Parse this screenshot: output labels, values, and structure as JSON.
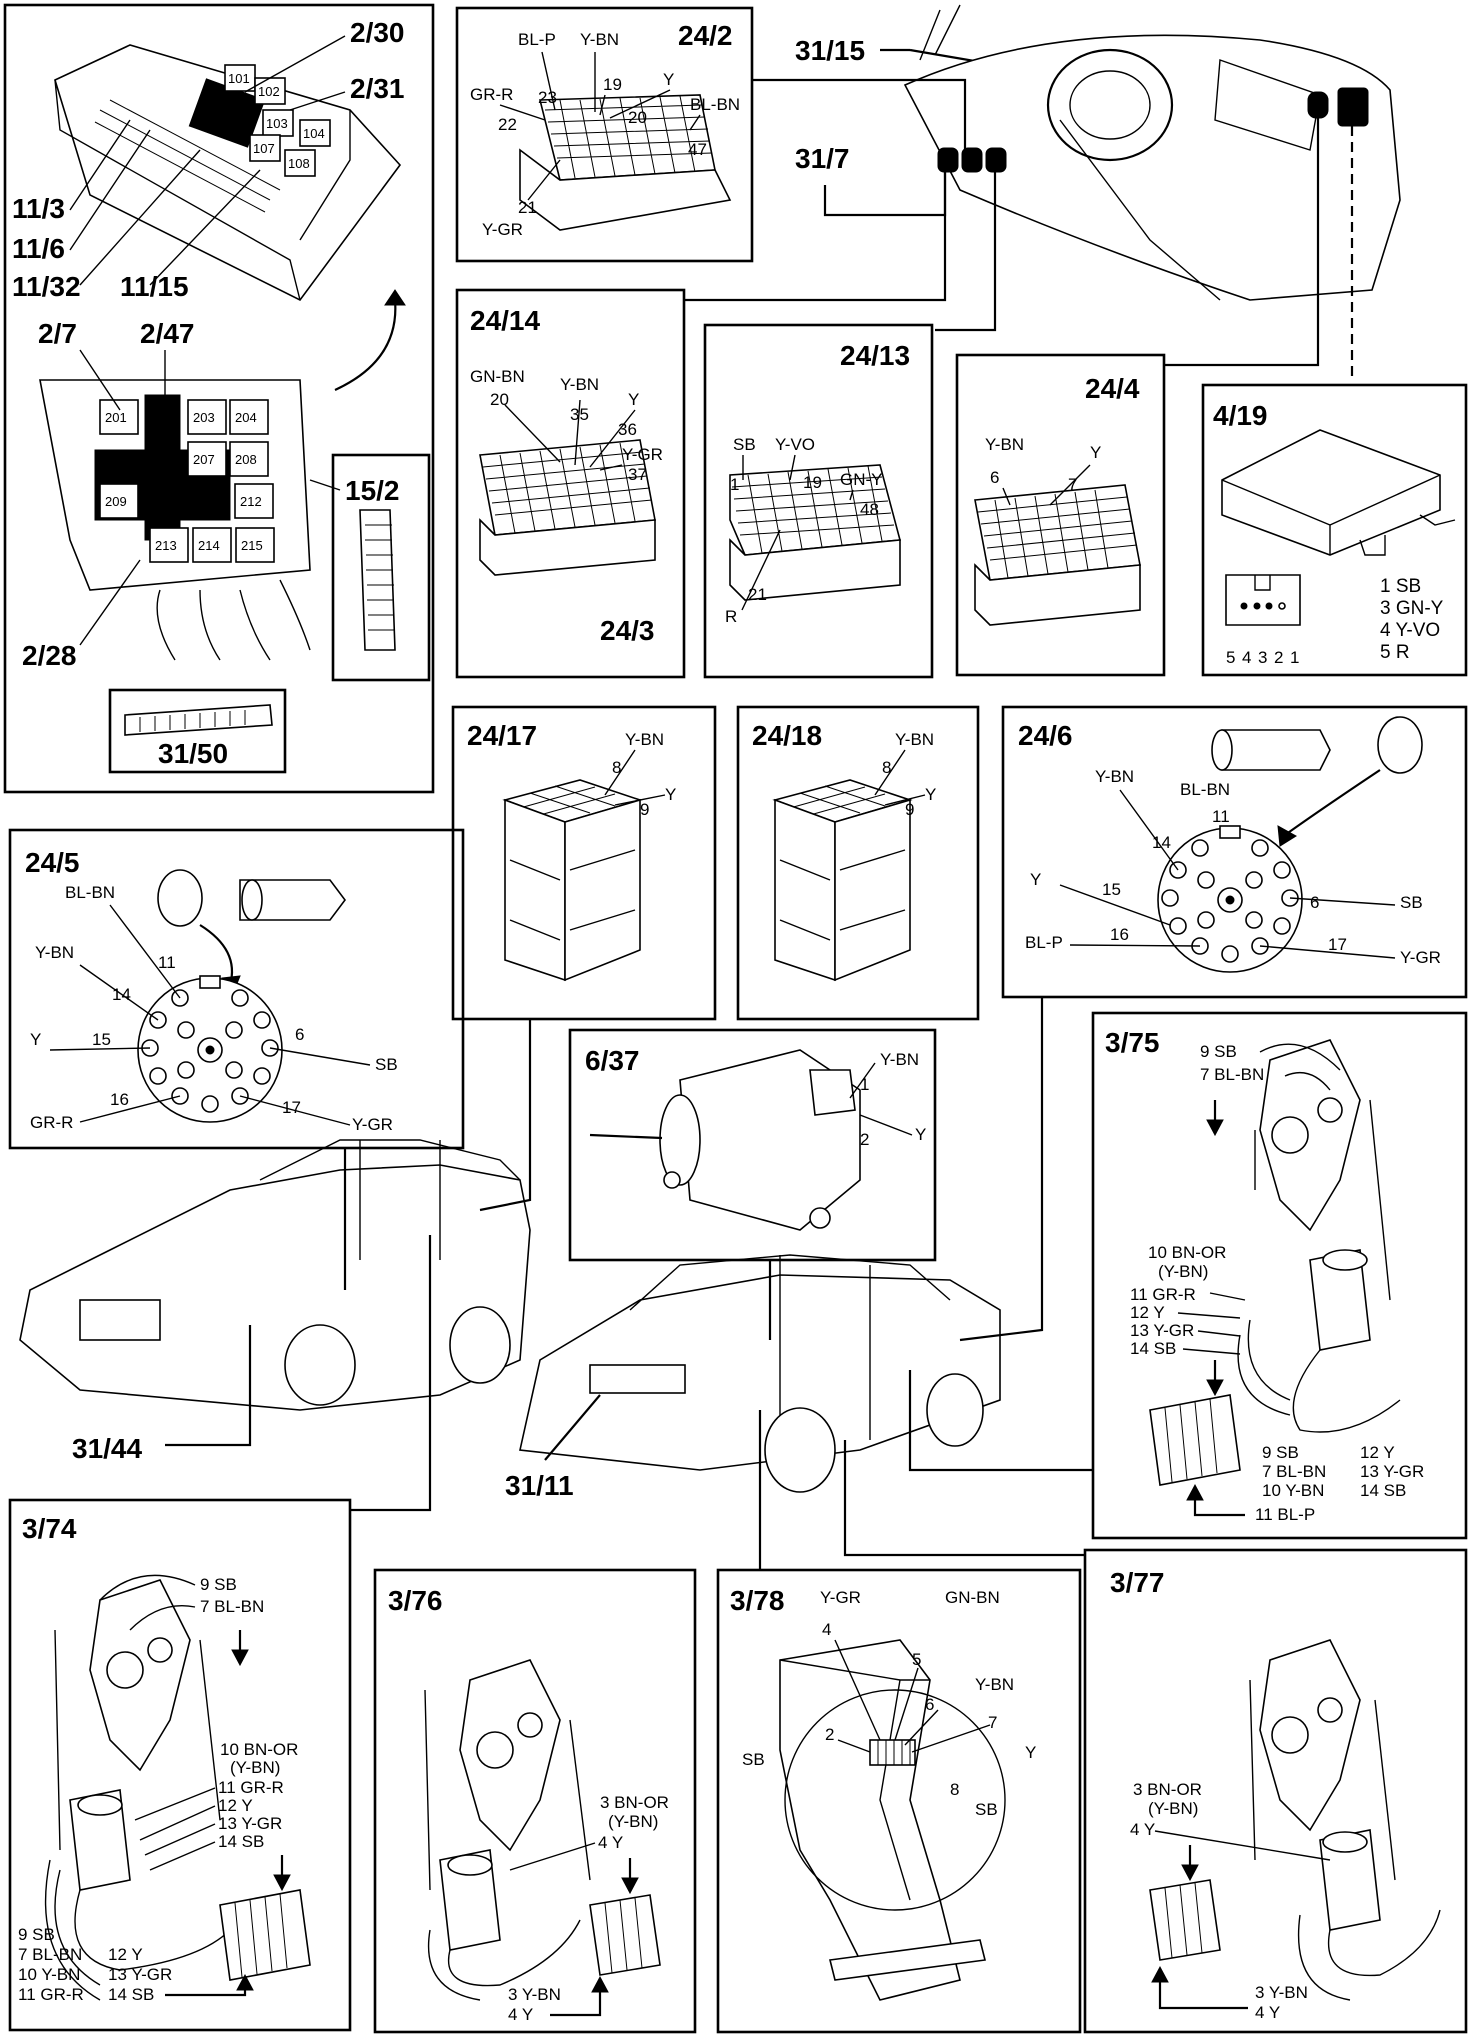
{
  "component_ids": {
    "c2_30": "2/30",
    "c2_31": "2/31",
    "c11_3": "11/3",
    "c11_6": "11/6",
    "c11_32": "11/32",
    "c11_15": "11/15",
    "c2_7": "2/7",
    "c2_47": "2/47",
    "c15_2": "15/2",
    "c2_28": "2/28",
    "c31_50": "31/50",
    "c24_2": "24/2",
    "c31_15": "31/15",
    "c31_7": "31/7",
    "c24_14": "24/14",
    "c24_3": "24/3",
    "c24_13": "24/13",
    "c24_4": "24/4",
    "c4_19": "4/19",
    "c24_5": "24/5",
    "c24_17": "24/17",
    "c24_18": "24/18",
    "c24_6": "24/6",
    "c6_37": "6/37",
    "c3_75": "3/75",
    "c31_44": "31/44",
    "c31_11": "31/11",
    "c3_74": "3/74",
    "c3_76": "3/76",
    "c3_78": "3/78",
    "c3_77": "3/77"
  },
  "fuse_box": {
    "relays_top": [
      "101",
      "102",
      "103",
      "104",
      "107",
      "108"
    ],
    "relays_bottom": [
      "201",
      "203",
      "204",
      "207",
      "208",
      "209",
      "212",
      "213",
      "214",
      "215"
    ]
  },
  "connector_24_2": {
    "labels": [
      "BL-P",
      "Y-BN",
      "GR-R",
      "23",
      "19",
      "Y",
      "22",
      "20",
      "BL-BN",
      "47",
      "21",
      "Y-GR"
    ]
  },
  "connector_24_14": {
    "labels": [
      "GN-BN",
      "20",
      "Y-BN",
      "35",
      "Y",
      "36",
      "Y-GR",
      "37"
    ]
  },
  "connector_24_13": {
    "labels": [
      "SB",
      "Y-VO",
      "1",
      "19",
      "GN-Y",
      "48",
      "21",
      "R"
    ]
  },
  "connector_24_4": {
    "labels": [
      "Y-BN",
      "6",
      "Y",
      "7"
    ]
  },
  "module_4_19": {
    "pins": [
      "5",
      "4",
      "3",
      "2",
      "1"
    ],
    "legend": [
      "1 SB",
      "3 GN-Y",
      "4 Y-VO",
      "5 R"
    ]
  },
  "connector_24_5": {
    "labels": [
      "BL-BN",
      "11",
      "Y-BN",
      "14",
      "Y",
      "15",
      "6",
      "SB",
      "16",
      "GR-R",
      "17",
      "Y-GR"
    ]
  },
  "connector_24_17": {
    "labels": [
      "Y-BN",
      "8",
      "Y",
      "9"
    ]
  },
  "connector_24_18": {
    "labels": [
      "Y-BN",
      "8",
      "Y",
      "9"
    ]
  },
  "connector_24_6": {
    "labels": [
      "Y-BN",
      "BL-BN",
      "11",
      "14",
      "Y",
      "15",
      "6",
      "SB",
      "BL-P",
      "16",
      "17",
      "Y-GR"
    ]
  },
  "motor_6_37": {
    "labels": [
      "Y-BN",
      "1",
      "2",
      "Y"
    ]
  },
  "lock_3_75": {
    "top": [
      "9 SB",
      "7 BL-BN"
    ],
    "wires": [
      "10 BN-OR",
      "(Y-BN)",
      "11 GR-R",
      "12 Y",
      "13 Y-GR",
      "14 SB"
    ],
    "legend_col1": [
      "9 SB",
      "7 BL-BN",
      "10 Y-BN"
    ],
    "legend_col2": [
      "12 Y",
      "13 Y-GR",
      "14 SB"
    ],
    "legend_bottom": "11 BL-P"
  },
  "lock_3_74": {
    "top": [
      "9 SB",
      "7 BL-BN"
    ],
    "wires": [
      "10 BN-OR",
      "(Y-BN)",
      "11 GR-R",
      "12 Y",
      "13 Y-GR",
      "14 SB"
    ],
    "legend_col1": [
      "9 SB",
      "7 BL-BN",
      "10 Y-BN",
      "11 GR-R"
    ],
    "legend_col2": [
      "12 Y",
      "13 Y-GR",
      "14 SB"
    ]
  },
  "lock_3_76": {
    "wires": [
      "3 BN-OR",
      "(Y-BN)",
      "4 Y"
    ],
    "legend": [
      "3 Y-BN",
      "4 Y"
    ]
  },
  "lock_3_77": {
    "wires": [
      "3 BN-OR",
      "(Y-BN)",
      "4 Y"
    ],
    "legend": [
      "3 Y-BN",
      "4 Y"
    ]
  },
  "lock_3_78": {
    "labels": [
      "Y-GR",
      "GN-BN",
      "4",
      "5",
      "Y-BN",
      "6",
      "7",
      "Y",
      "2",
      "SB",
      "8",
      "SB"
    ]
  }
}
